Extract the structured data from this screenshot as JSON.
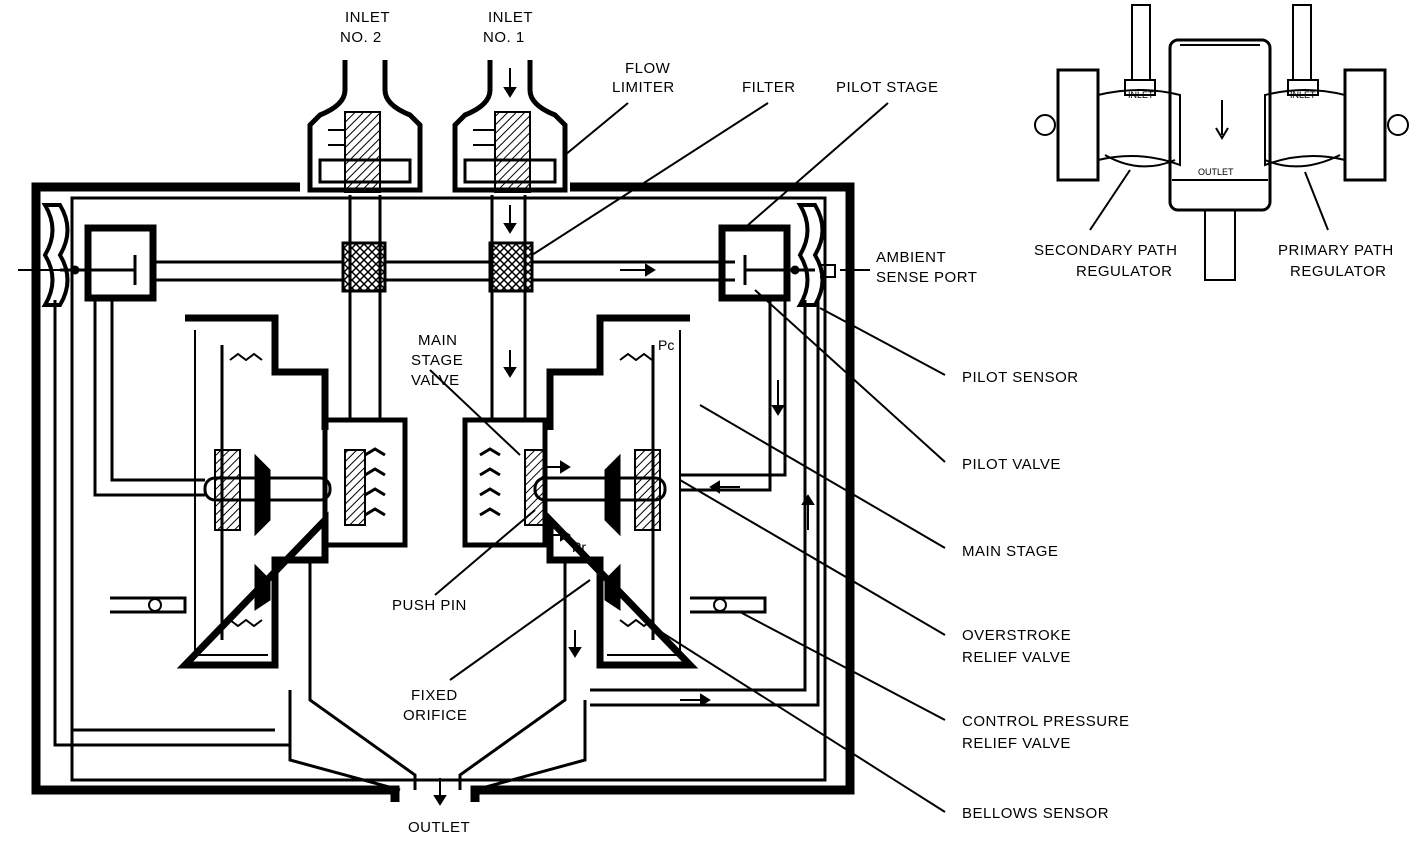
{
  "inlets": {
    "inlet2": {
      "line1": "INLET",
      "line2": "NO. 2"
    },
    "inlet1": {
      "line1": "INLET",
      "line2": "NO. 1"
    }
  },
  "callouts": {
    "flow_limiter": {
      "line1": "FLOW",
      "line2": "LIMITER"
    },
    "filter": "FILTER",
    "pilot_stage": "PILOT STAGE",
    "ambient_sense_port": {
      "line1": "AMBIENT",
      "line2": "SENSE PORT"
    },
    "main_stage_valve": {
      "line1": "MAIN",
      "line2": "STAGE",
      "line3": "VALVE"
    },
    "push_pin": "PUSH PIN",
    "fixed_orifice": {
      "line1": "FIXED",
      "line2": "ORIFICE"
    },
    "outlet": "OUTLET",
    "pilot_sensor": "PILOT SENSOR",
    "pilot_valve": "PILOT VALVE",
    "main_stage": "MAIN STAGE",
    "overstroke_relief_valve": {
      "line1": "OVERSTROKE",
      "line2": "RELIEF VALVE"
    },
    "control_pressure_relief_valve": {
      "line1": "CONTROL PRESSURE",
      "line2": "RELIEF VALVE"
    },
    "bellows_sensor": "BELLOWS SENSOR",
    "pc": "Pc",
    "pr": "Pr"
  },
  "inset": {
    "secondary_path_regulator": {
      "line1": "SECONDARY PATH",
      "line2": "REGULATOR"
    },
    "primary_path_regulator": {
      "line1": "PRIMARY PATH",
      "line2": "REGULATOR"
    },
    "inlet_left": "INLET",
    "inlet_right": "INLET",
    "outlet": "OUTLET"
  }
}
